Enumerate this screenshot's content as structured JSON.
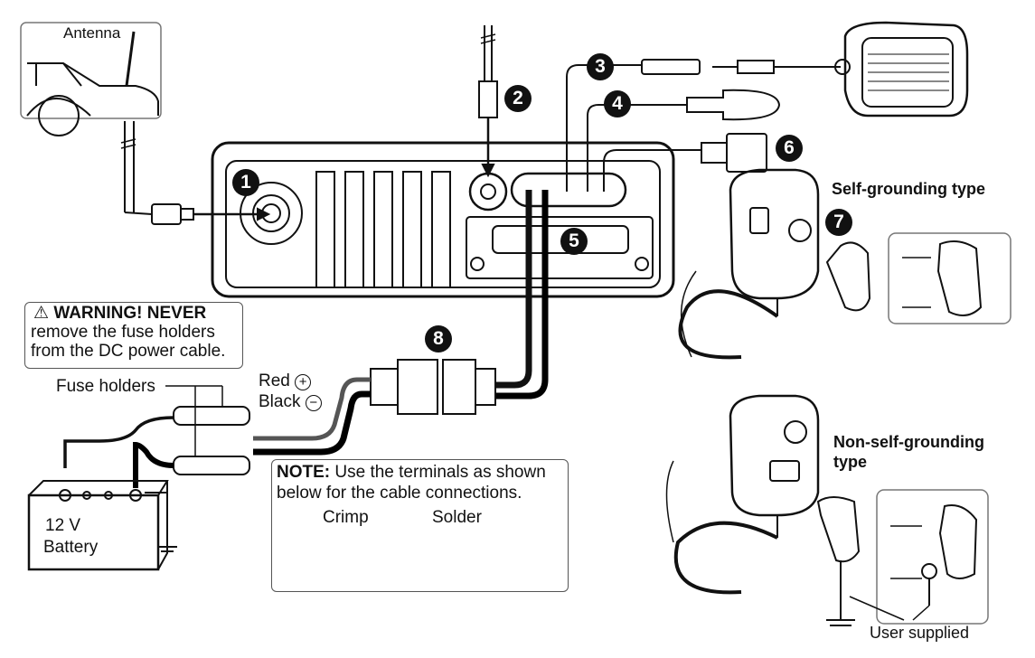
{
  "labels": {
    "antenna": "Antenna",
    "self_grounding": "Self-grounding type",
    "non_self_grounding_l1": "Non-self-grounding",
    "non_self_grounding_l2": "type",
    "user_supplied": "User supplied",
    "fuse_holders": "Fuse holders",
    "red": "Red",
    "black": "Black",
    "battery_v": "12 V",
    "battery": "Battery",
    "crimp": "Crimp",
    "solder": "Solder"
  },
  "symbols": {
    "plus": "+",
    "minus": "−",
    "warning": "⚠"
  },
  "warning": {
    "title": "WARNING! NEVER",
    "line1": "remove the fuse holders",
    "line2": "from the DC power cable."
  },
  "note": {
    "label": "NOTE:",
    "line1": " Use the terminals as shown",
    "line2": "below for the cable connections."
  },
  "callouts": [
    "1",
    "2",
    "3",
    "4",
    "5",
    "6",
    "7",
    "8"
  ]
}
